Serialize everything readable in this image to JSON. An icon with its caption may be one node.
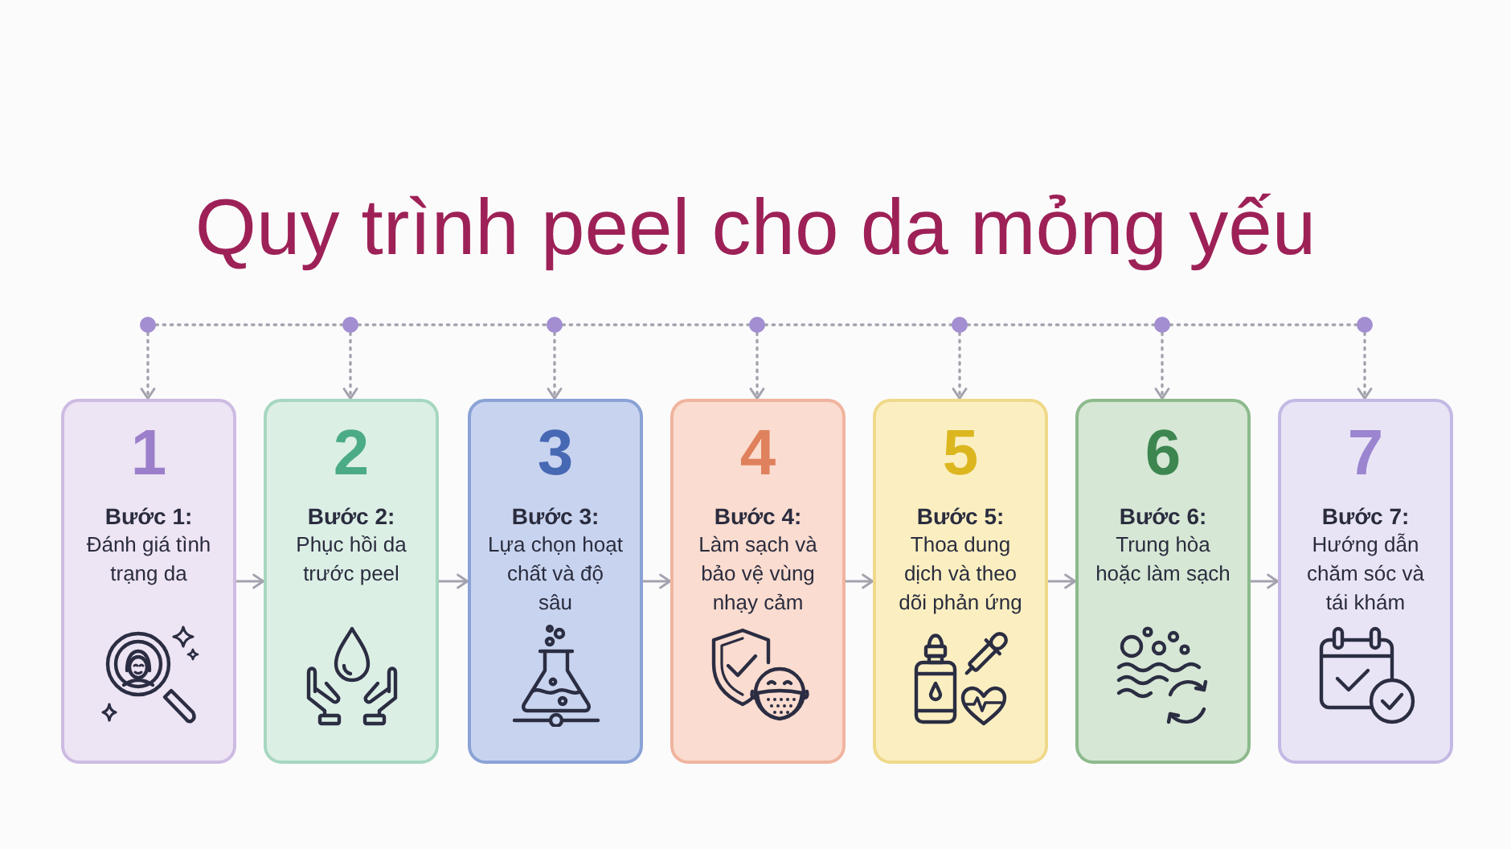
{
  "diagram": {
    "title": "Quy trình peel cho da mỏng yếu",
    "nodes": [
      {
        "text": [],
        "shape": "circle"
      },
      {
        "text": [],
        "shape": "circle"
      },
      {
        "text": [],
        "shape": "circle"
      },
      {
        "text": [],
        "shape": "circle"
      },
      {
        "text": [],
        "shape": "circle"
      },
      {
        "text": [],
        "shape": "circle"
      },
      {
        "text": [],
        "shape": "circle"
      },
      {
        "text": [
          "1",
          "Bước 1:",
          "Đánh giá tình trạng da"
        ]
      },
      {
        "text": [
          "2",
          "Bước 2:",
          "Phục hồi da trước peel"
        ]
      },
      {
        "text": [
          "3",
          "Bước 3:",
          "Lựa chọn hoạt chất và độ sâu"
        ]
      },
      {
        "text": [
          "4",
          "Bước 4:",
          "Làm sạch và bảo vệ vùng nhạy cảm"
        ]
      },
      {
        "text": [
          "5",
          "Bước 5:",
          "Thoa dung dịch và theo dõi phản ứng"
        ]
      },
      {
        "text": [
          "6",
          "Bước 6:",
          "Trung hòa hoặc làm sạch"
        ]
      },
      {
        "text": [
          "7",
          "Bước 7:",
          "Hướng dẫn chăm sóc và tái khám"
        ]
      }
    ],
    "edges": [
      {
        "from": 0,
        "to": 1,
        "arrow": "none",
        "style": "dashed"
      },
      {
        "from": 1,
        "to": 2,
        "arrow": "none",
        "style": "dashed"
      },
      {
        "from": 2,
        "to": 3,
        "arrow": "none",
        "style": "dashed"
      },
      {
        "from": 3,
        "to": 4,
        "arrow": "none",
        "style": "dashed"
      },
      {
        "from": 4,
        "to": 5,
        "arrow": "none",
        "style": "dashed"
      },
      {
        "from": 5,
        "to": 6,
        "arrow": "none",
        "style": "dashed"
      },
      {
        "from": 0,
        "to": 7,
        "arrow": "to",
        "style": "dashed"
      },
      {
        "from": 1,
        "to": 8,
        "arrow": "to",
        "style": "dashed"
      },
      {
        "from": 2,
        "to": 9,
        "arrow": "to",
        "style": "dashed"
      },
      {
        "from": 3,
        "to": 10,
        "arrow": "to",
        "style": "dashed"
      },
      {
        "from": 4,
        "to": 11,
        "arrow": "to",
        "style": "dashed"
      },
      {
        "from": 5,
        "to": 12,
        "arrow": "to",
        "style": "dashed"
      },
      {
        "from": 6,
        "to": 13,
        "arrow": "to",
        "style": "dashed"
      },
      {
        "from": 7,
        "to": 8,
        "arrow": "to"
      },
      {
        "from": 8,
        "to": 9,
        "arrow": "to"
      },
      {
        "from": 9,
        "to": 10,
        "arrow": "to"
      },
      {
        "from": 10,
        "to": 11,
        "arrow": "to"
      },
      {
        "from": 11,
        "to": 12,
        "arrow": "to"
      },
      {
        "from": 12,
        "to": 13,
        "arrow": "to"
      }
    ]
  }
}
